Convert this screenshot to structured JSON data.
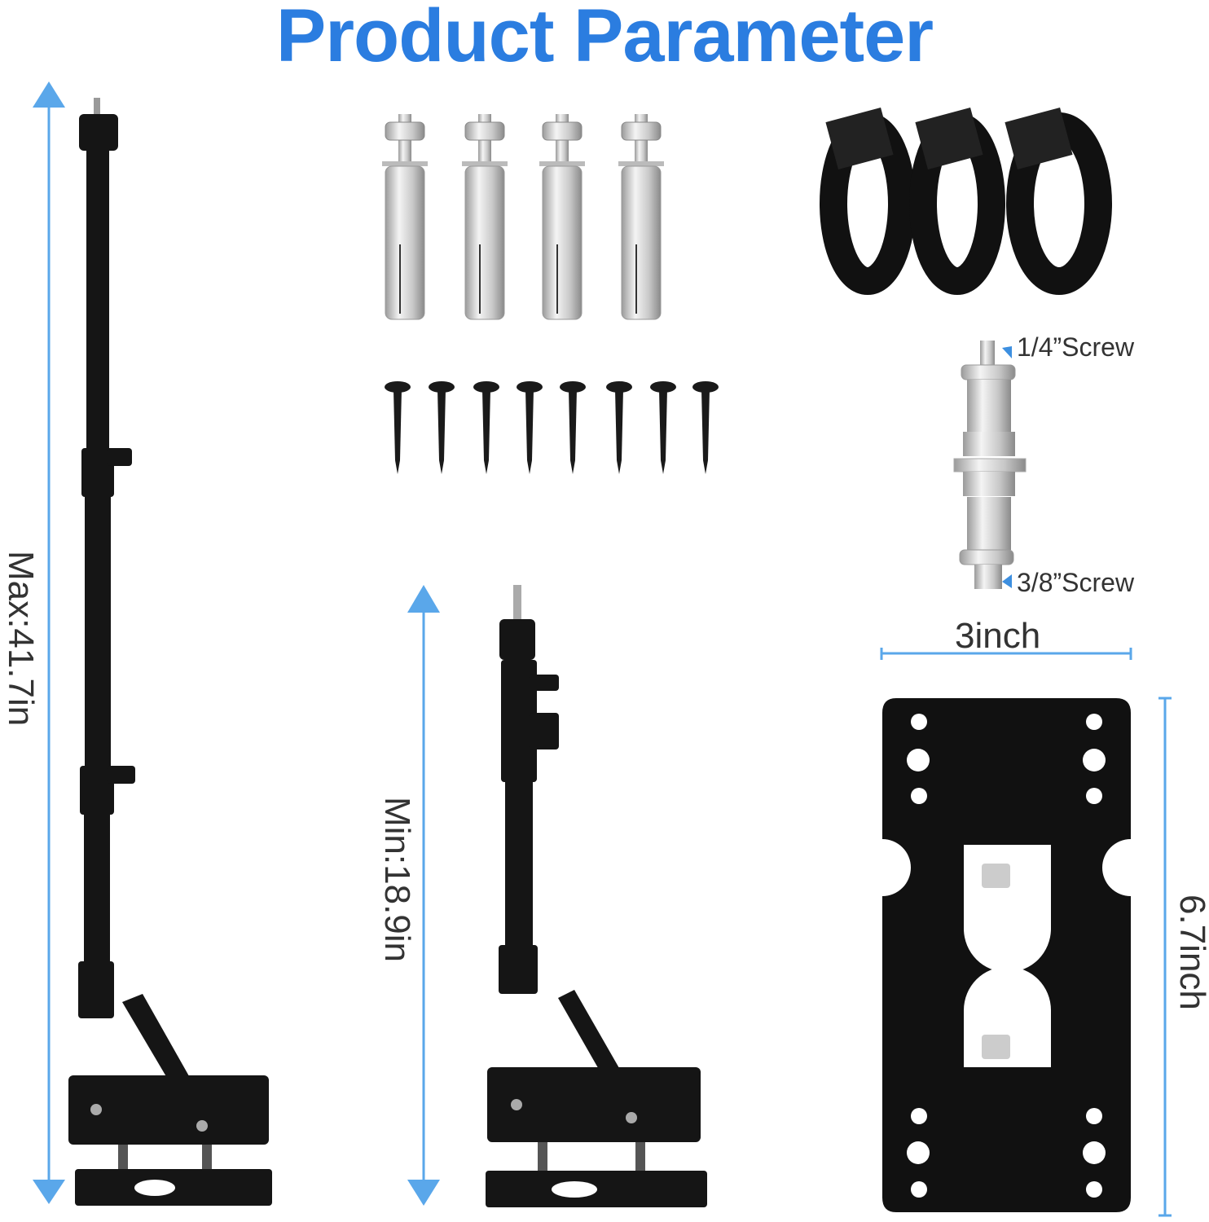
{
  "title": "Product Parameter",
  "dimensions": {
    "max_height": "Max:41.7in",
    "min_height": "Min:18.9in",
    "plate_width": "3inch",
    "plate_height": "6.7inch"
  },
  "adapter": {
    "top_screw": "1/4”Screw",
    "bottom_screw": "3/8”Screw"
  },
  "colors": {
    "accent": "#2b7de0",
    "arrow": "#5aa7ea",
    "product": "#111111"
  }
}
